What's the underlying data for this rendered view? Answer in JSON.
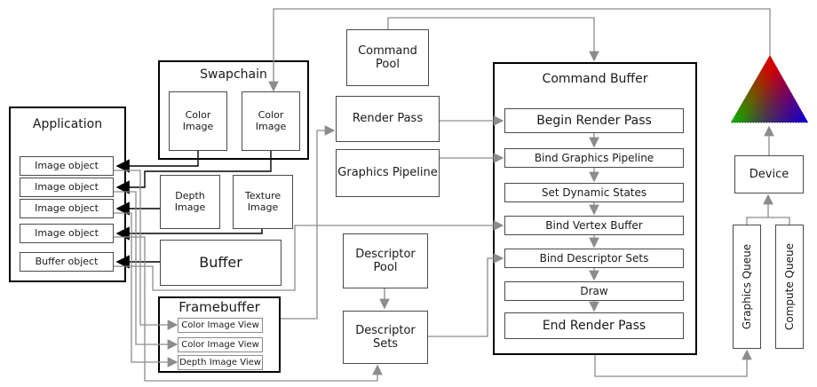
{
  "diagram": {
    "application": {
      "title": "Application",
      "items": [
        "Image object",
        "Image object",
        "Image object",
        "Image object",
        "Buffer object"
      ]
    },
    "swapchain": {
      "title": "Swapchain",
      "images": [
        "Color Image",
        "Color Image"
      ]
    },
    "depth_image": "Depth Image",
    "texture_image": "Texture Image",
    "buffer": "Buffer",
    "framebuffer": {
      "title": "Framebuffer",
      "views": [
        "Color Image View",
        "Color Image View",
        "Depth Image View"
      ]
    },
    "command_pool": "Command Pool",
    "render_pass": "Render Pass",
    "graphics_pipeline": "Graphics Pipeline",
    "descriptor_pool": "Descriptor Pool",
    "descriptor_sets": "Descriptor Sets",
    "command_buffer": {
      "title": "Command Buffer",
      "steps": [
        "Begin Render Pass",
        "Bind Graphics Pipeline",
        "Set Dynamic States",
        "Bind Vertex Buffer",
        "Bind Descriptor Sets",
        "Draw",
        "End Render Pass"
      ]
    },
    "device": "Device",
    "graphics_queue": "Graphics Queue",
    "compute_queue": "Compute Queue",
    "triangle": "rgb-gradient-triangle"
  },
  "colors": {
    "wire_gray": "#8c8c8c",
    "wire_black": "#000000",
    "triangle_red": "#d40000",
    "triangle_green": "#00b400",
    "triangle_blue": "#0000dc"
  }
}
